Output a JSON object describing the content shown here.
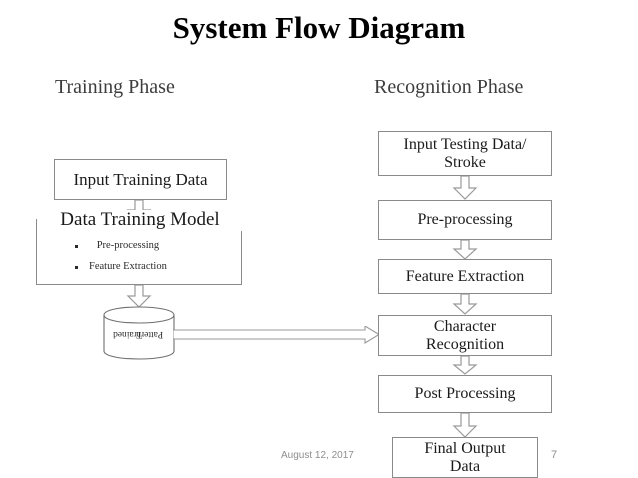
{
  "slide": {
    "title": "System Flow Diagram",
    "footer": {
      "date": "August 12, 2017",
      "page_number": "7"
    }
  },
  "phases": {
    "left_label": "Training Phase",
    "right_label": "Recognition Phase"
  },
  "training_phase": {
    "input_box": "Input Training Data",
    "model_box": {
      "title": "Data Training Model",
      "bullets": [
        "Pre-processing",
        "Feature Extraction"
      ]
    },
    "datastore": {
      "line1": "Trained",
      "line2": "Pattern"
    }
  },
  "recognition_phase": {
    "steps": [
      {
        "line1": "Input Testing Data/",
        "line2": "Stroke"
      },
      {
        "line1": "Pre-processing",
        "line2": ""
      },
      {
        "line1": "Feature Extraction",
        "line2": ""
      },
      {
        "line1": "Character",
        "line2": "Recognition"
      },
      {
        "line1": "Post Processing",
        "line2": ""
      },
      {
        "line1": "Final Output",
        "line2": "Data"
      }
    ]
  },
  "icons": {
    "down_arrow": "down-block-arrow",
    "right_arrow": "right-block-arrow",
    "cylinder": "database-cylinder"
  },
  "colors": {
    "background": "#ffffff",
    "text": "#1a1a1a",
    "box_border": "#8a8a8a",
    "arrow_stroke": "#9a9a9a",
    "footer_text": "#8d8d8d"
  }
}
